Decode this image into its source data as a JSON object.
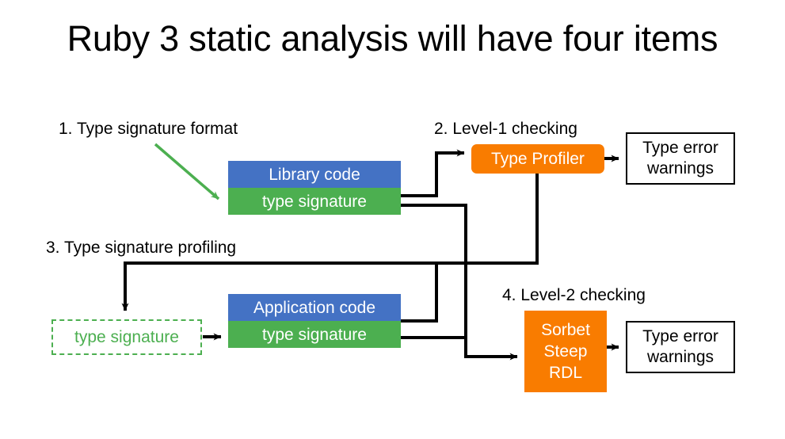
{
  "slide": {
    "title": "Ruby 3 static analysis will have four items",
    "background_color": "#ffffff"
  },
  "palette": {
    "blue": "#4472c4",
    "green": "#4caf50",
    "orange": "#f97c00",
    "black": "#000000",
    "white": "#ffffff"
  },
  "captions": {
    "item1": "1. Type signature format",
    "item2": "2. Level-1 checking",
    "item3": "3. Type signature profiling",
    "item4": "4. Level-2 checking"
  },
  "library_stack": {
    "top_label": "Library code",
    "bottom_label": "type signature"
  },
  "application_stack": {
    "top_label": "Application code",
    "bottom_label": "type signature"
  },
  "dashed_signature": {
    "label": "type signature"
  },
  "type_profiler": {
    "label": "Type Profiler"
  },
  "level2_checker": {
    "line1": "Sorbet",
    "line2": "Steep",
    "line3": "RDL"
  },
  "output_top": {
    "line1": "Type error",
    "line2": "warnings"
  },
  "output_bottom": {
    "line1": "Type error",
    "line2": "warnings"
  }
}
